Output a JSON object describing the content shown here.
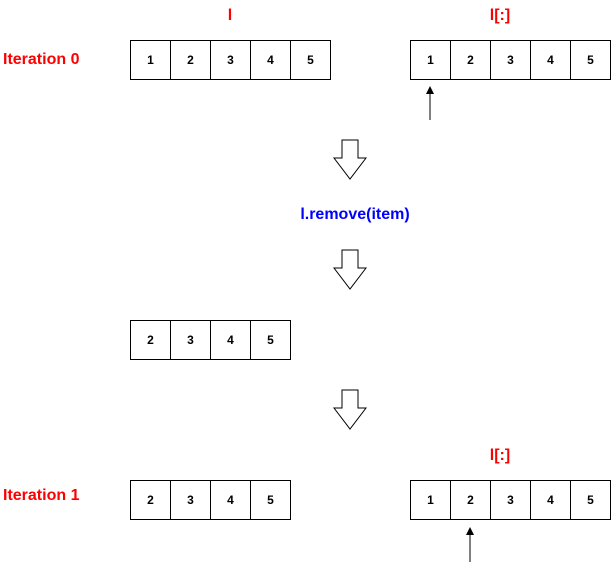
{
  "labels": {
    "iteration0": "Iteration 0",
    "iteration1": "Iteration 1",
    "list_name": "l",
    "copy_name": "l[:]",
    "copy_name_2": "l[:]",
    "operation": "l.remove(item)"
  },
  "arrays": {
    "l_iter0": [
      "1",
      "2",
      "3",
      "4",
      "5"
    ],
    "copy_iter0": [
      "1",
      "2",
      "3",
      "4",
      "5"
    ],
    "l_after_remove": [
      "2",
      "3",
      "4",
      "5"
    ],
    "l_iter1": [
      "2",
      "3",
      "4",
      "5"
    ],
    "copy_iter1": [
      "1",
      "2",
      "3",
      "4",
      "5"
    ]
  },
  "pointers": {
    "iter0_index": 0,
    "iter1_index": 1
  },
  "colors": {
    "label_red": "#ff0000",
    "operation_blue": "#0000ff",
    "stroke": "#000000"
  }
}
